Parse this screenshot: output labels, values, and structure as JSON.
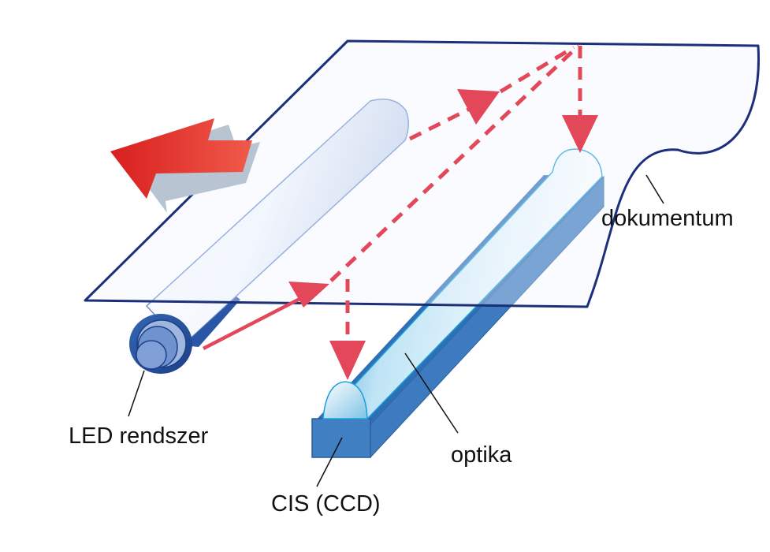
{
  "labels": {
    "document": "dokumentum",
    "led_system": "LED rendszer",
    "optics": "optika",
    "sensor": "CIS (CCD)"
  },
  "colors": {
    "document_outline": "#1c2f7a",
    "light_path": "#e2485a",
    "motion_arrow": "#e02a2a",
    "sensor_bar": "#3f7fc2",
    "lens_tint": "#b8e0f2",
    "tube_shade": "#c9d6ec"
  },
  "icons": {
    "motion": "left-arrow-icon",
    "light_ray": "dashed-arrow-icon"
  }
}
